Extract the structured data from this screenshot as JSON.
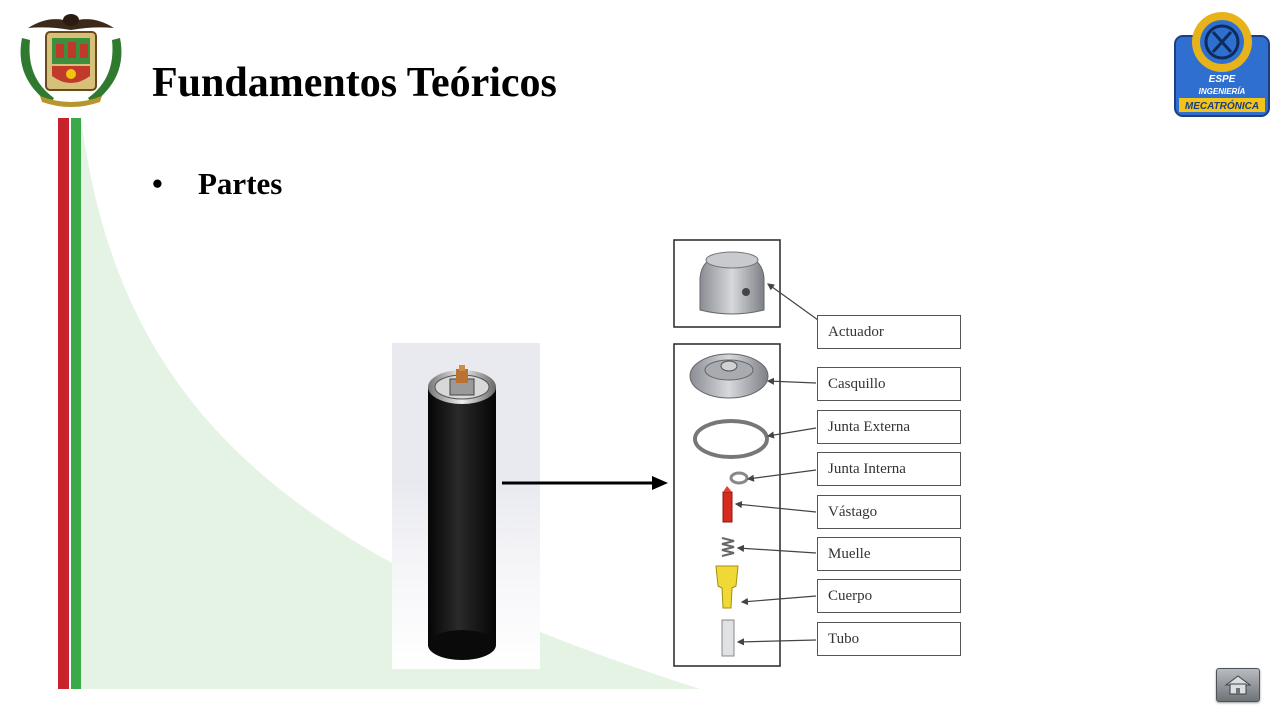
{
  "slide": {
    "title": "Fundamentos Teóricos",
    "bullet": "•",
    "bullet_text": "Partes"
  },
  "diagram": {
    "parts": [
      "Actuador",
      "Casquillo",
      "Junta Externa",
      "Junta Interna",
      "Vástago",
      "Muelle",
      "Cuerpo",
      "Tubo"
    ]
  },
  "logos": {
    "right_line1": "ESPE",
    "right_line2": "INGENIERÍA",
    "right_line3": "MECATRÓNICA"
  },
  "colors": {
    "stripe_red": "#c8232c",
    "stripe_green": "#3aaa48",
    "curve_fill": "#e5f3e4"
  },
  "icons": {
    "home_button": "home-icon"
  }
}
